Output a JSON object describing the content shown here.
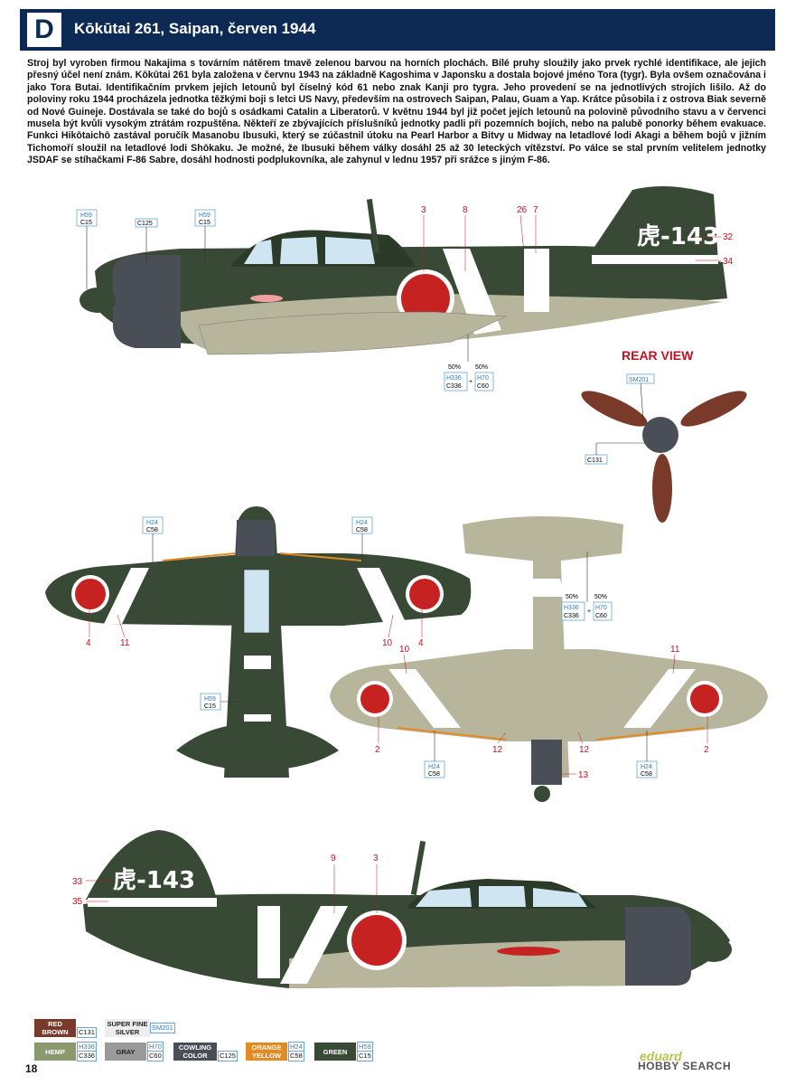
{
  "header": {
    "letter": "D",
    "title": "Kōkūtai 261, Saipan, červen 1944"
  },
  "description": "Stroj byl vyroben firmou Nakajima s továrním nátěrem tmavě zelenou barvou na horních plochách. Bílé pruhy sloužily jako prvek rychlé identifikace, ale jejich přesný účel není znám. Kōkūtai 261 byla založena v červnu 1943 na základně Kagoshima v Japonsku a dostala bojové jméno Tora (tygr). Byla ovšem označována i jako Tora Butai. Identifikačním prvkem jejích letounů byl číselný kód 61 nebo znak Kanji pro tygra. Jeho provedení se na jednotlivých strojích lišilo. Až do poloviny roku 1944 procházela jednotka těžkými boji s letci US Navy, především na ostrovech Saipan, Palau, Guam a Yap. Krátce působila i z ostrova Biak severně od Nové Guineje. Dostávala se také do bojů s osádkami Catalin a Liberatorů. V květnu 1944 byl již počet jejích letounů na polovině původního stavu a v červenci musela být kvůli vysokým ztrátám rozpuštěna. Někteří ze zbývajících příslušníků jednotky padli při pozemních bojích, nebo na palubě ponorky během evakuace. Funkci Hikōtaichō zastával poručík Masanobu Ibusuki, který se zúčastnil útoku na Pearl Harbor a Bitvy u Midway na letadlové lodi Akagi a během bojů v jižním Tichomoří sloužil na letadlové lodi Shōkaku. Je možné, že Ibusuki během války dosáhl 25 až 30 leteckých vítězství. Po válce se stal prvním velitelem jednotky JSDAF se stíhačkami F-86 Sabre, dosáhl hodnosti podplukovníka, ale zahynul v lednu 1957 při srážce s jiným F-86.",
  "tail_code": "虎-143",
  "rear_view_label": "REAR VIEW",
  "codes": {
    "h59": "H59",
    "c15": "C15",
    "c125": "C125",
    "h24": "H24",
    "c58": "C58",
    "h336": "H336",
    "c336": "C336",
    "h70": "H70",
    "c60": "C60",
    "sm201": "SM201",
    "c131": "C131",
    "pct": "50%",
    "plus": "+"
  },
  "callouts": {
    "n2": "2",
    "n3": "3",
    "n4": "4",
    "n7": "7",
    "n8": "8",
    "n9": "9",
    "n10": "10",
    "n11": "11",
    "n12": "12",
    "n13": "13",
    "n26": "26",
    "n32": "32",
    "n33": "33",
    "n34": "34",
    "n35": "35"
  },
  "legend": {
    "red_brown": "RED BROWN",
    "red_brown_code": "C131",
    "super_fine_silver": "SUPER FINE SILVER",
    "silver_code": "SM201",
    "hemp": "HEMP",
    "hemp_h": "H336",
    "hemp_c": "C336",
    "gray": "GRAY",
    "gray_h": "H70",
    "gray_c": "C60",
    "cowling": "COWLING COLOR",
    "cowling_c": "C125",
    "orange": "ORANGE YELLOW",
    "orange_h": "H24",
    "orange_c": "C58",
    "green": "GREEN",
    "green_h": "H59",
    "green_c": "C15",
    "colors": {
      "red_brown": "#7a3a2a",
      "hemp": "#8a9a6e",
      "gray": "#9a9a9a",
      "cowling": "#4a4e57",
      "orange": "#e48a22",
      "green": "#384a35"
    }
  },
  "page_number": "18",
  "brand": "eduard",
  "brand2": "HOBBY SEARCH"
}
